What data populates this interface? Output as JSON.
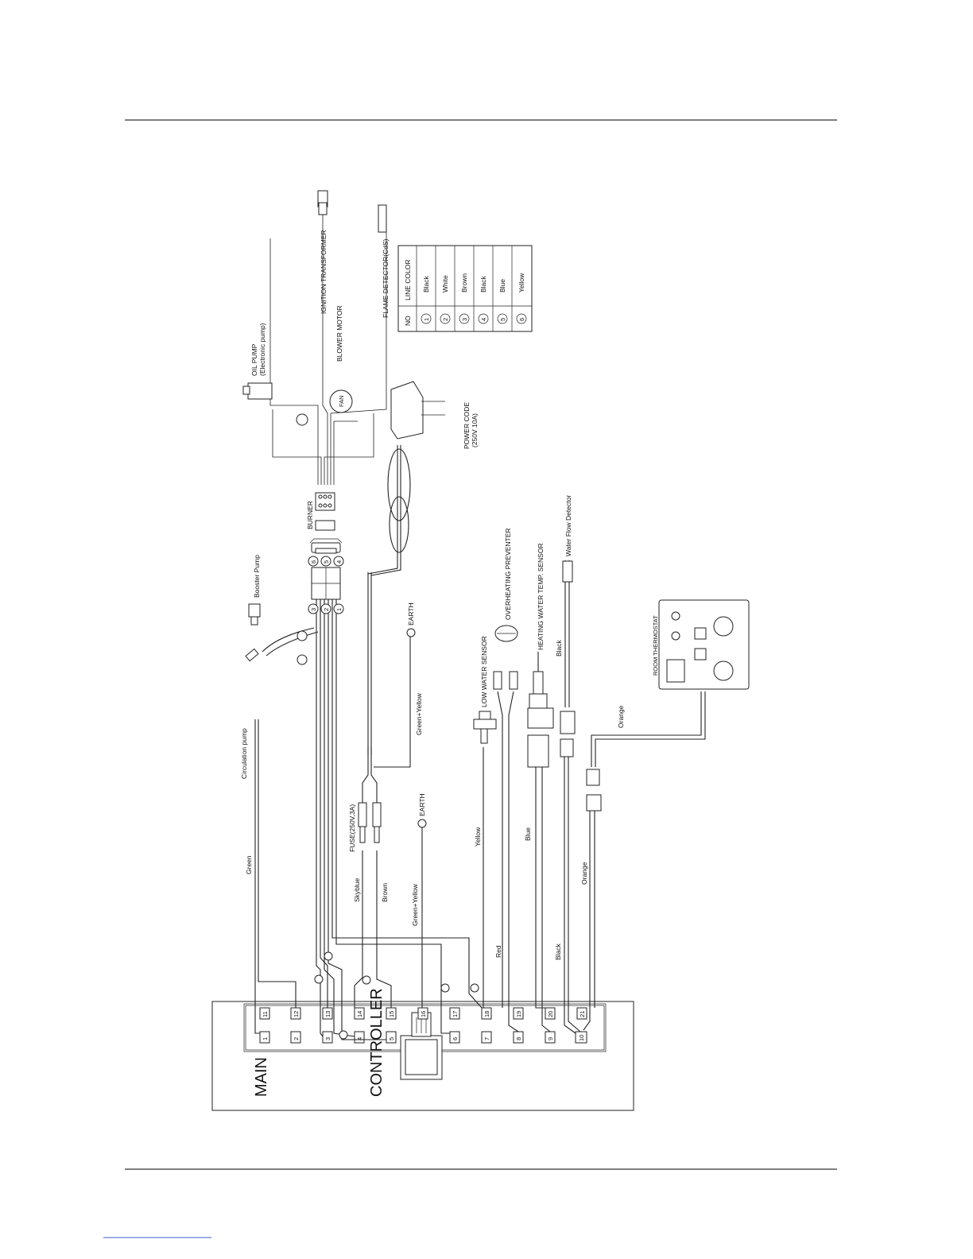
{
  "main_controller": {
    "label_line1": "MAIN",
    "label_line2": "CONTROLLER",
    "terminals_row_a": [
      "1",
      "2",
      "3",
      "4",
      "5",
      "6",
      "7",
      "8",
      "9",
      "10"
    ],
    "terminals_row_b": [
      "11",
      "12",
      "13",
      "14",
      "15",
      "16",
      "17",
      "18",
      "19",
      "20",
      "21"
    ]
  },
  "components": {
    "oil_pump_line1": "OIL PUMP",
    "oil_pump_line2": "(Electronic pump)",
    "ignition_transformer": "IGNITION TRANSFORMER",
    "blower_motor": "BLOWER MOTOR",
    "fan": "FAN",
    "flame_detector": "FLAME DETECTOR(CdS)",
    "power_code_line1": "POWER CODE",
    "power_code_line2": "(250V 10A)",
    "burner": "BURNER",
    "booster_pump": "Booster Pump",
    "earth_1": "EARTH",
    "earth_2": "EARTH",
    "low_water_sensor": "LOW WATER SENSOR",
    "overheating_preventer": "OVERHEATING PREVENTER",
    "heating_water_temp_sensor": "HEATING WATER TEMP. SENSOR",
    "water_flow_detector": "Water Flow Detector",
    "room_thermostat": "ROOM THERMOSTAT",
    "circulation_pump": "Circulation pump",
    "fuse": "FUSE(250V,3A)"
  },
  "wire_labels": {
    "green": "Green",
    "skyblue": "Skyblue",
    "brown": "Brown",
    "green_yellow_1": "Green+Yellow",
    "green_yellow_2": "Green+Yellow",
    "yellow": "Yellow",
    "red": "Red",
    "blue": "Blue",
    "black_1": "Black",
    "black_2": "Black",
    "orange_1": "Orange",
    "orange_2": "Orange"
  },
  "line_color_table": {
    "header_no": "NO",
    "header_color": "LINE COLOR",
    "rows": [
      {
        "no": "1",
        "color": "Black"
      },
      {
        "no": "2",
        "color": "White"
      },
      {
        "no": "3",
        "color": "Brown"
      },
      {
        "no": "4",
        "color": "Black"
      },
      {
        "no": "5",
        "color": "Blue"
      },
      {
        "no": "6",
        "color": "Yellow"
      }
    ]
  },
  "connector_numbers": [
    "1",
    "2",
    "3",
    "4",
    "5",
    "6"
  ]
}
